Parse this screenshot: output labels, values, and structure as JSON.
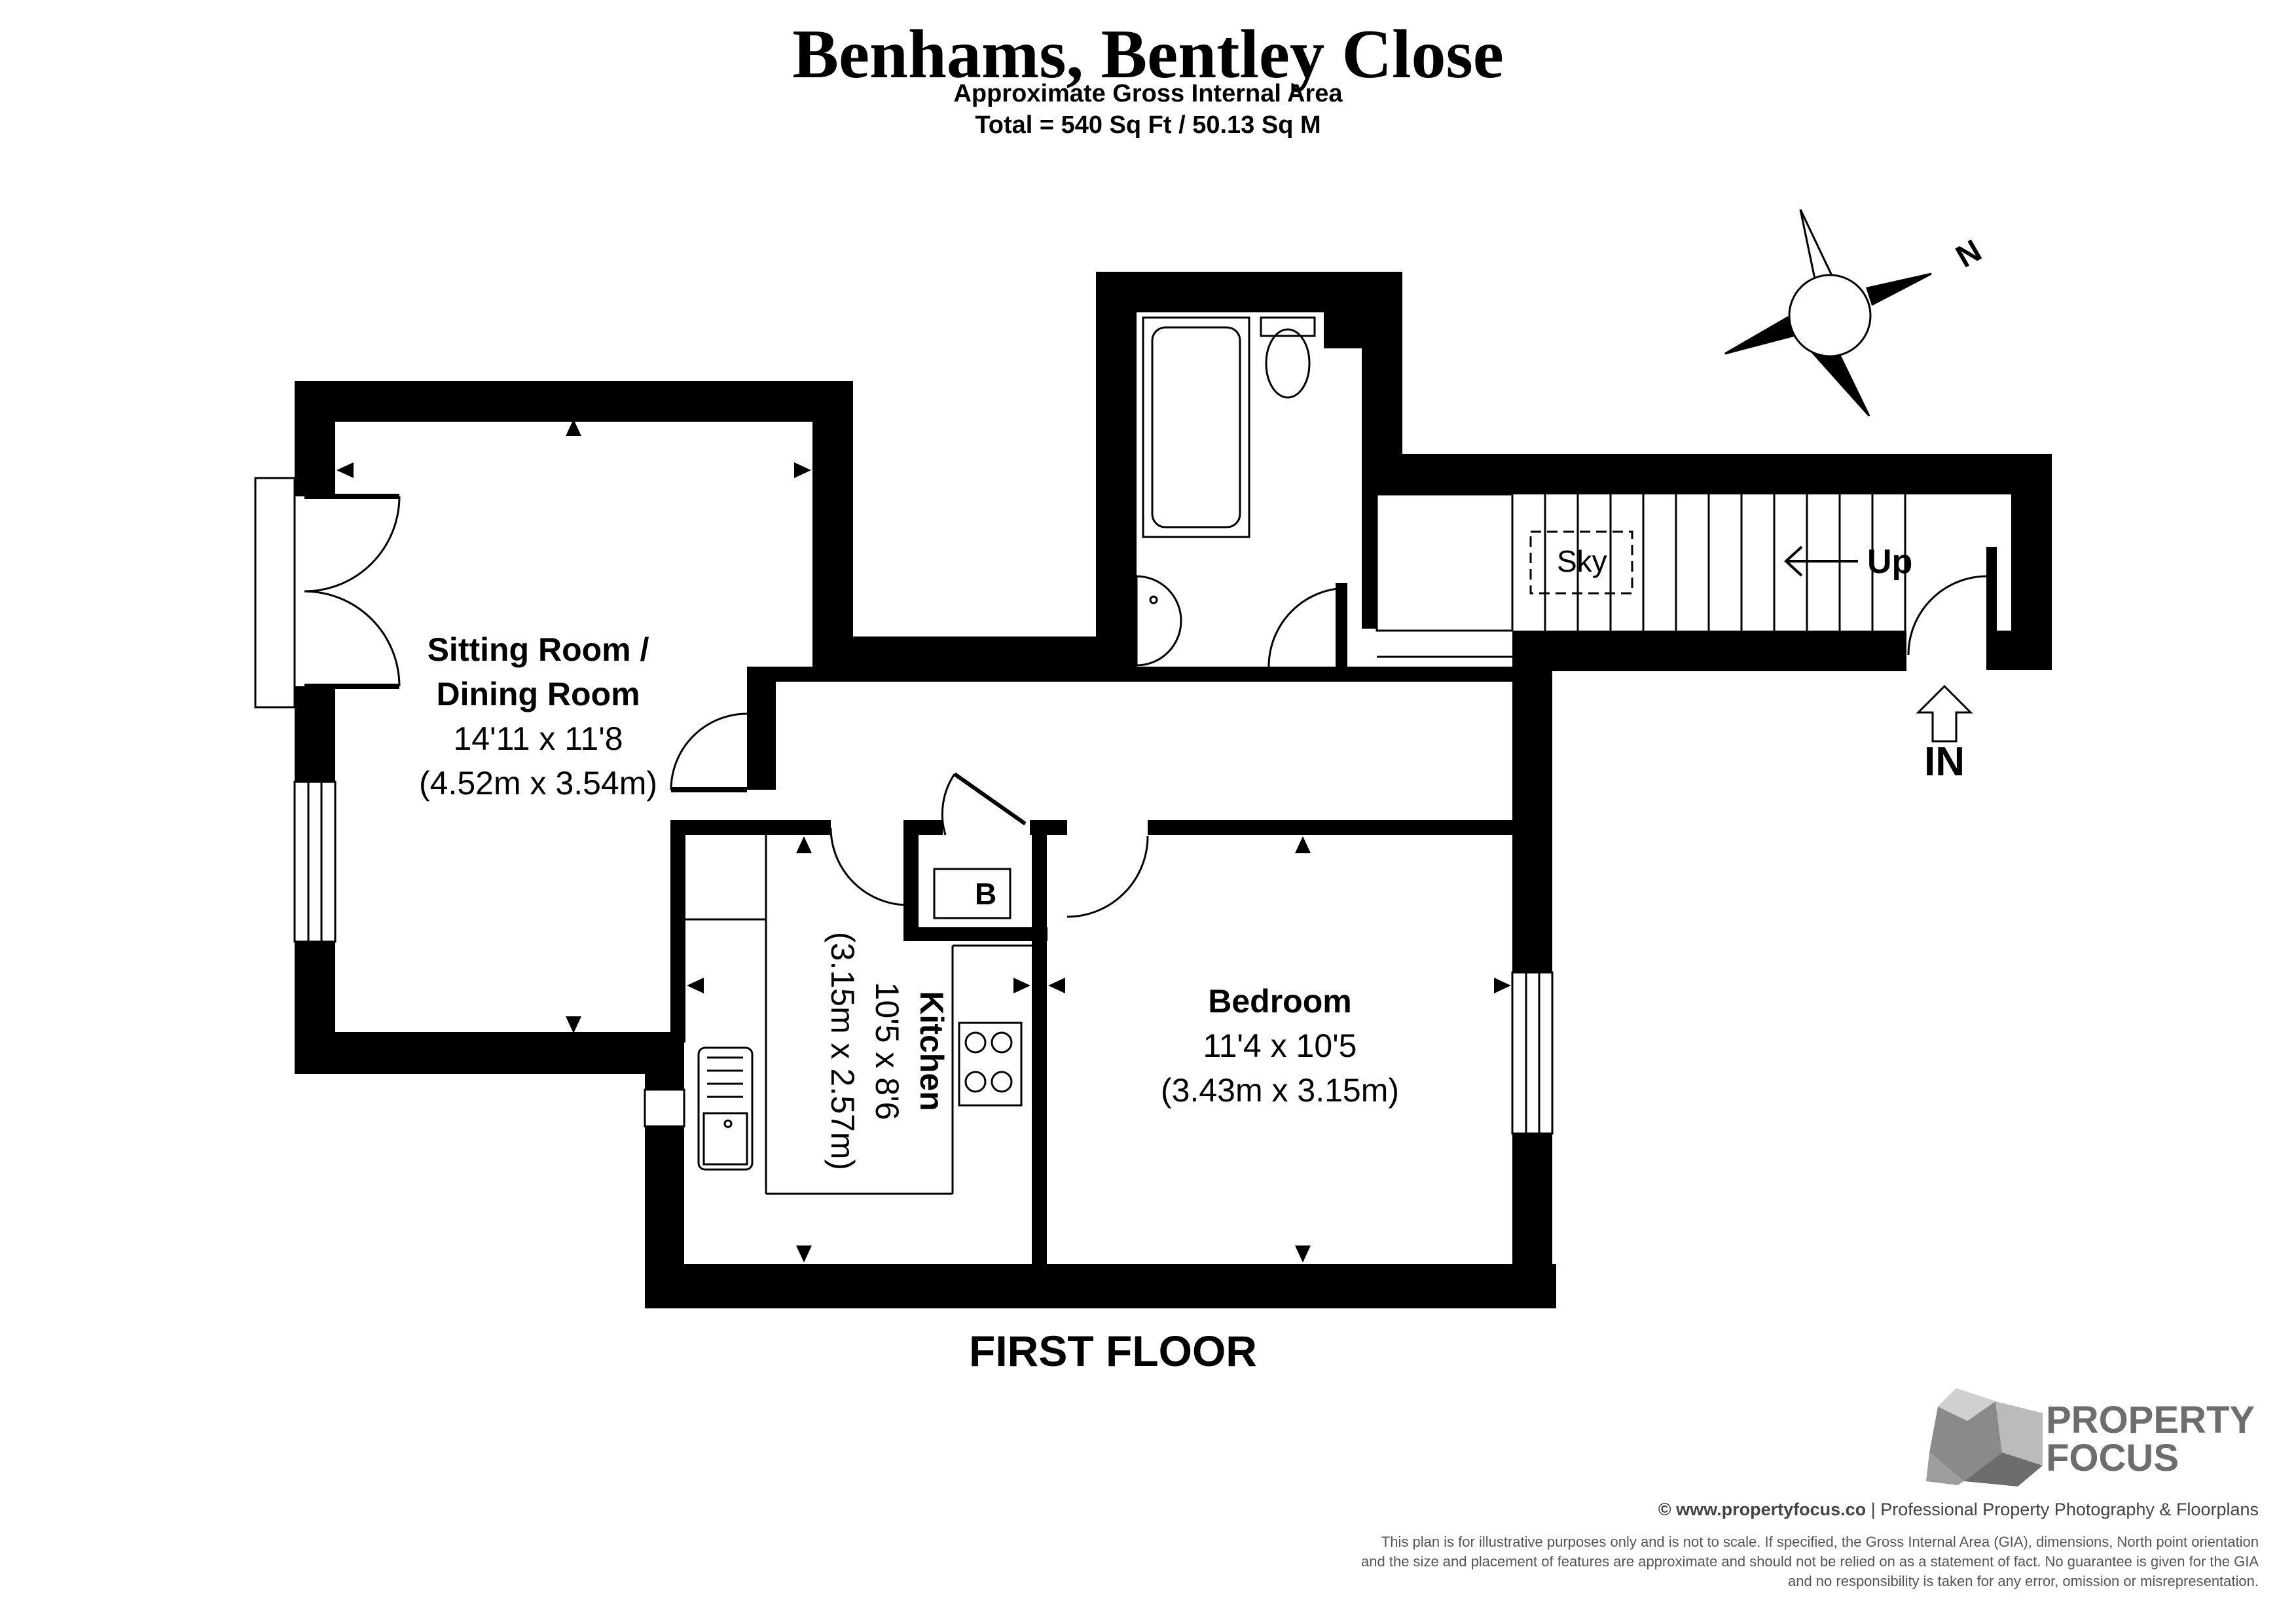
{
  "header": {
    "title": "Benhams, Bentley Close",
    "subtitle": "Approximate Gross Internal Area",
    "total_area": "Total = 540 Sq Ft / 50.13 Sq M"
  },
  "rooms": {
    "sitting": {
      "name_line1": "Sitting Room /",
      "name_line2": "Dining Room",
      "imperial": "14'11 x 11'8",
      "metric": "(4.52m x 3.54m)"
    },
    "kitchen": {
      "name": "Kitchen",
      "imperial": "10'5 x 8'6",
      "metric": "(3.15m x 2.57m)"
    },
    "bedroom": {
      "name": "Bedroom",
      "imperial": "11'4 x 10'5",
      "metric": "(3.43m x 3.15m)"
    }
  },
  "labels": {
    "boiler": "B",
    "skylight": "Sky",
    "stairs_up": "Up",
    "entrance": "IN",
    "floor": "FIRST FLOOR",
    "compass": "N"
  },
  "branding": {
    "line1": "PROPERTY",
    "line2": "FOCUS",
    "website": "© www.propertyfocus.co",
    "tagline": " | Professional Property Photography & Floorplans",
    "disclaimer": "This plan is for illustrative purposes only and is not to scale. If specified, the Gross Internal Area (GIA), dimensions, North point orientation and the size and placement of features are approximate and should not be relied on as a statement of fact. No guarantee is given for the GIA and no responsibility is taken for any error, omission or misrepresentation."
  },
  "colors": {
    "wall": "#000000",
    "logo": "#6d6d6d",
    "background": "#ffffff"
  }
}
